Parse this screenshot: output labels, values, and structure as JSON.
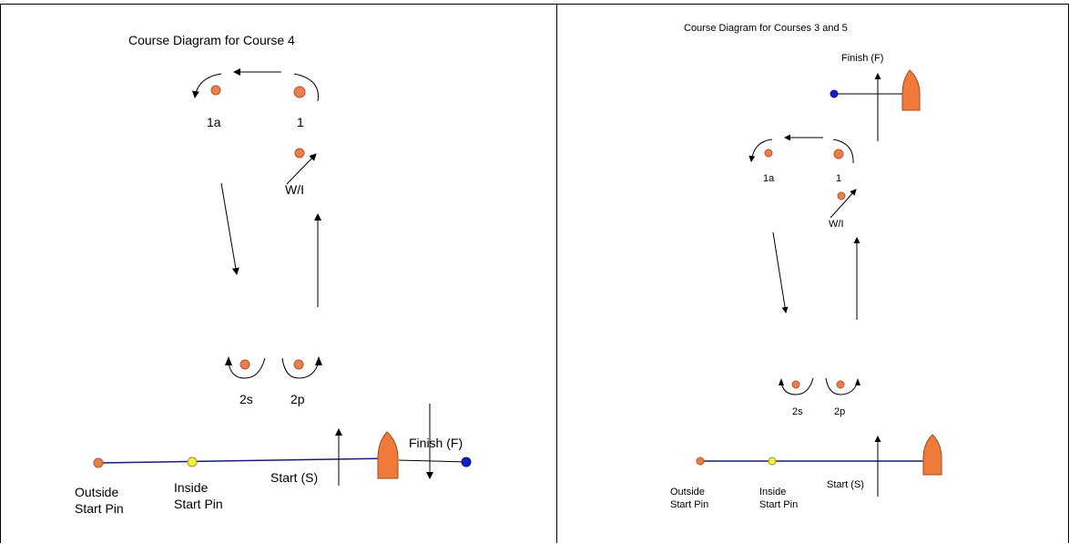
{
  "diagram_left": {
    "title": "Course Diagram for Course 4",
    "marks": {
      "m1": "1",
      "m1a": "1a",
      "wl": "W/I",
      "s2": "2s",
      "p2": "2p"
    },
    "finish_label": "Finish (F)",
    "start_label": "Start (S)",
    "outside_pin": [
      "Outside",
      "Start Pin"
    ],
    "inside_pin": [
      "Inside",
      "Start Pin"
    ]
  },
  "diagram_right": {
    "title": "Course Diagram for Courses 3 and 5",
    "marks": {
      "m1": "1",
      "m1a": "1a",
      "wl": "W/I",
      "s2": "2s",
      "p2": "2p"
    },
    "finish_label": "Finish (F)",
    "start_label": "Start (S)",
    "outside_pin": [
      "Outside",
      "Start Pin"
    ],
    "inside_pin": [
      "Inside",
      "Start Pin"
    ]
  },
  "colors": {
    "mark": "#e8804e",
    "mark_stroke": "#b5542a",
    "inside_pin": "#f5f03c",
    "finish_pin": "#1020c8",
    "boat": "#f07a3a",
    "start_line": "#1a1a7a"
  }
}
